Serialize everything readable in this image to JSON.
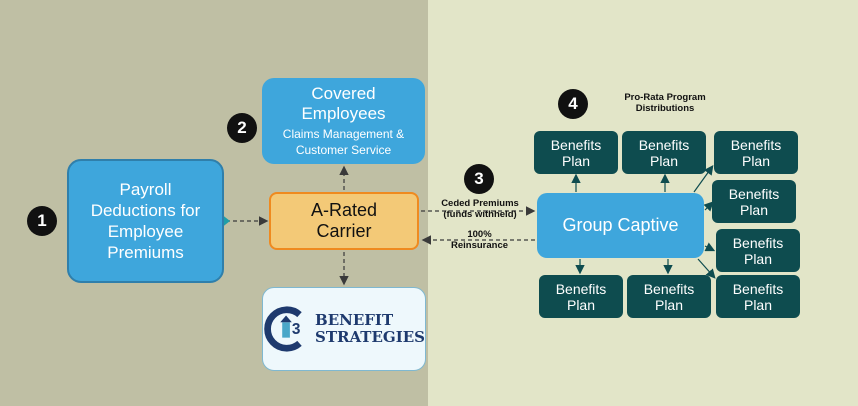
{
  "nodes": {
    "payroll": "Payroll Deductions for Employee Premiums",
    "covered_title": "Covered Employees",
    "covered_sub": "Claims Management & Customer Service",
    "carrier": "A-Rated Carrier",
    "captive": "Group Captive",
    "logo_top": "BENEFIT",
    "logo_bottom": "STRATEGIES",
    "logo_mark": "3",
    "plan": "Benefits Plan"
  },
  "badges": [
    "1",
    "2",
    "3",
    "4"
  ],
  "labels": {
    "ceded_line1": "Ceded Premiums",
    "ceded_line2": "(funds withheld)",
    "reinsurance_line1": "100%",
    "reinsurance_line2": "Reinsurance",
    "prorata_line1": "Pro-Rata Program",
    "prorata_line2": "Distributions"
  },
  "colors": {
    "left_bg": "#bfbfa4",
    "right_bg": "#e2e5c8",
    "blue": "#3ea6dc",
    "carrier_fill": "#f3c977",
    "carrier_border": "#ef8a1f",
    "plan": "#0e4c4f",
    "connector": "#3a3a3a",
    "plan_arrow": "#0e4c4f"
  }
}
